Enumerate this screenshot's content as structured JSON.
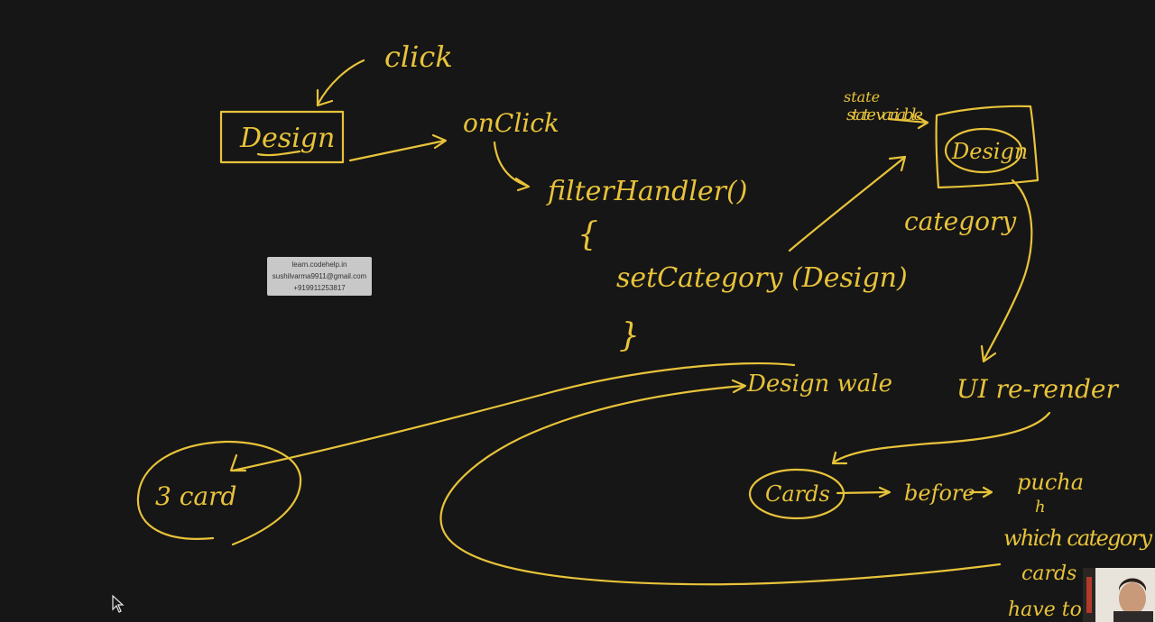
{
  "board": {
    "ink_color": "#e8c33a",
    "background": "#161616",
    "labels": {
      "click": "click",
      "design_box": "Design",
      "onclick": "onClick",
      "filter_handler": "filterHandler()",
      "brace_open": "{",
      "set_category": "setCategory (Design)",
      "brace_close": "}",
      "state_variable": "state variable",
      "design_state": "Design",
      "category": "category",
      "ui_rerender": "UI re-render",
      "cards": "Cards",
      "before": "before",
      "pucha": "pucha",
      "h": "h",
      "which_category": "which category",
      "cards_2": "cards",
      "have_to": "have to",
      "design_wale": "Design wale",
      "three_card": "3 card"
    }
  },
  "watermark": {
    "site": "learn.codehelp.in",
    "email": "sushilvarma9911@gmail.com",
    "phone": "+919911253817"
  }
}
